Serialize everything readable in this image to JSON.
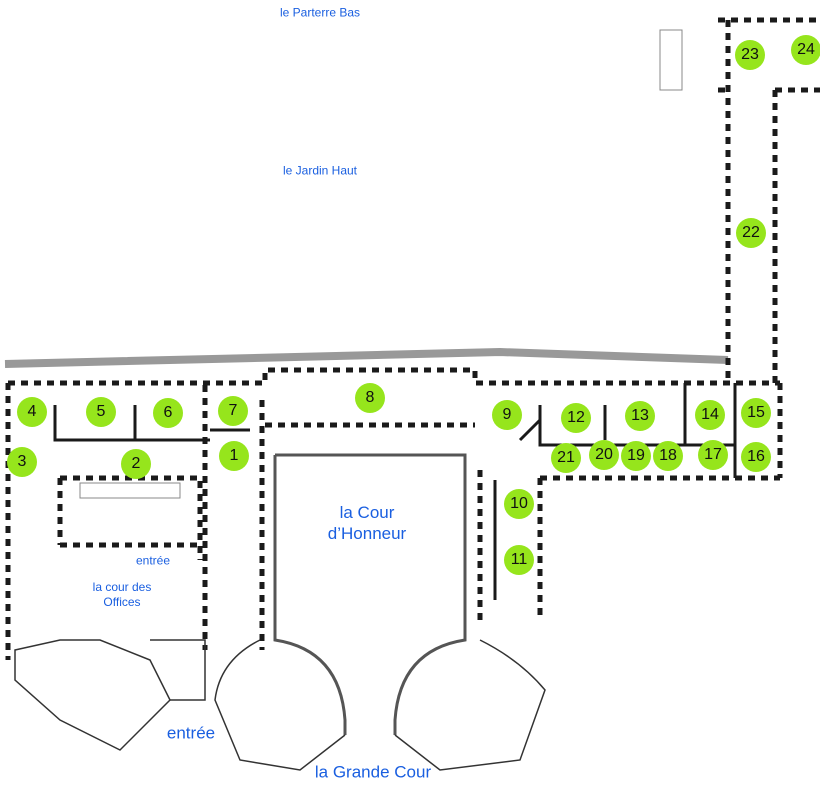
{
  "labels": {
    "parterre_bas": "le Parterre Bas",
    "jardin_haut": "le Jardin Haut",
    "cour_honneur_1": "la Cour",
    "cour_honneur_2": "d’Honneur",
    "entree_small": "entrée",
    "cour_offices_1": "la cour des",
    "cour_offices_2": "Offices",
    "entree_large": "entrée",
    "grande_cour": "la Grande Cour"
  },
  "rooms": [
    "1",
    "2",
    "3",
    "4",
    "5",
    "6",
    "7",
    "8",
    "9",
    "10",
    "11",
    "12",
    "13",
    "14",
    "15",
    "16",
    "17",
    "18",
    "19",
    "20",
    "21",
    "22",
    "23",
    "24"
  ],
  "colors": {
    "marker": "#96e51c",
    "label": "#1a5fe0",
    "wall": "#1a1a1a"
  }
}
